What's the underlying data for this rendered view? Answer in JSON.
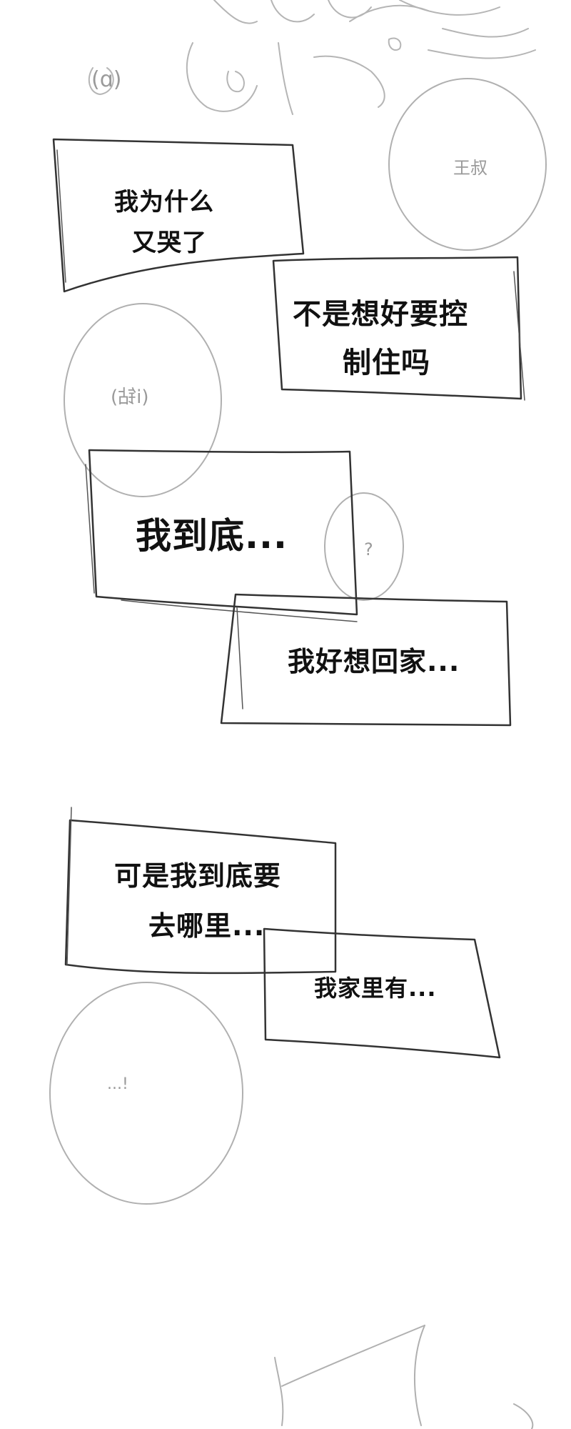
{
  "panel": {
    "palette": {
      "ink": "#111111",
      "frame": "#333333",
      "pencil": "#9a9a9a",
      "paper": "#ffffff"
    }
  },
  "bubbles": [
    {
      "line1": "我为什么",
      "line2": "又哭了"
    },
    {
      "line1": "不是想好要控",
      "line2": "制住吗"
    },
    {
      "line1": "我到底..."
    },
    {
      "line1": "我好想回家..."
    },
    {
      "line1": "可是我到底要",
      "line2": "去哪里..."
    },
    {
      "line1": "我家里有..."
    }
  ],
  "pencil_notes": {
    "note1": "(ɑ)",
    "note2": "王叔",
    "note3": "(i钻)",
    "note4": "?",
    "note5": "...!"
  }
}
